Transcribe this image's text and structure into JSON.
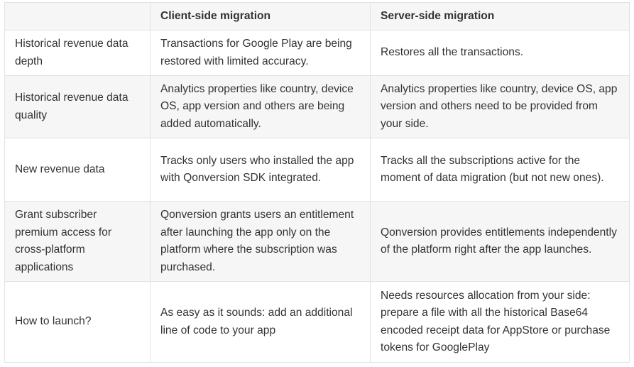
{
  "table": {
    "headers": [
      "",
      "Client-side migration",
      "Server-side migration"
    ],
    "rows": [
      {
        "label": "Historical revenue data depth",
        "client": "Transactions for Google Play are being restored with limited accuracy.",
        "server": "Restores all the transactions."
      },
      {
        "label": "Historical revenue data quality",
        "client": "Analytics properties like country, device OS, app version and others are being added automatically.",
        "server": "Analytics properties like country, device OS, app version and others need to be provided from your side."
      },
      {
        "label": "New revenue data",
        "client": "Tracks only users who installed the app with Qonversion SDK integrated.",
        "server": "Tracks all the subscriptions active for the moment of data migration (but not new ones)."
      },
      {
        "label": "Grant subscriber premium access for cross-platform applications",
        "client": "Qonversion grants users an entitlement after launching the app only on the platform where the subscription was purchased.",
        "server": "Qonversion provides entitlements independently of the platform right after the app launches."
      },
      {
        "label": "How to launch?",
        "client": "As easy as it sounds: add an additional line of code to your app",
        "server": "Needs resources allocation from your side: prepare a file with all the historical Base64 encoded receipt data for AppStore or purchase tokens for GooglePlay"
      }
    ]
  },
  "colors": {
    "text": "#333333",
    "border": "#e2e2e2",
    "stripe": "#f6f6f6",
    "background": "#ffffff"
  }
}
